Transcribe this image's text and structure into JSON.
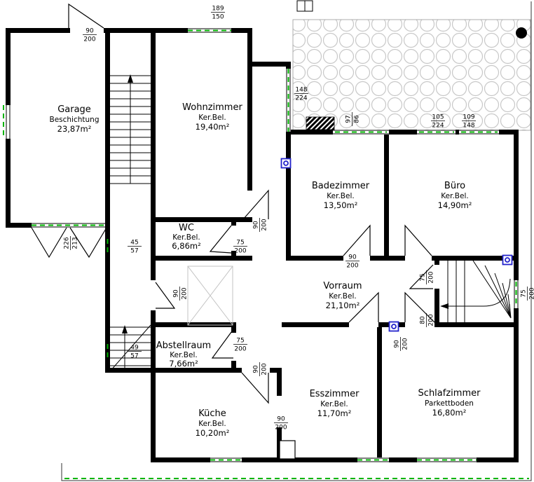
{
  "title": "Grundriss / floor plan",
  "colors": {
    "wall": "#000000",
    "window_marking": "#00b400",
    "electrical_symbol": "#2222cc",
    "paving_circle": "#c8c8c8",
    "stair_hint_gray": "#c3c3c3"
  },
  "rooms": [
    {
      "name": "Garage",
      "floor": "Beschichtung",
      "area": "23,87m²"
    },
    {
      "name": "Wohnzimmer",
      "floor": "Ker.Bel.",
      "area": "19,40m²"
    },
    {
      "name": "Badezimmer",
      "floor": "Ker.Bel.",
      "area": "13,50m²"
    },
    {
      "name": "Büro",
      "floor": "Ker.Bel.",
      "area": "14,90m²"
    },
    {
      "name": "WC",
      "floor": "Ker.Bel.",
      "area": "6,86m²"
    },
    {
      "name": "Vorraum",
      "floor": "Ker.Bel.",
      "area": "21,10m²"
    },
    {
      "name": "Abstellraum",
      "floor": "Ker.Bel.",
      "area": "7,66m²"
    },
    {
      "name": "Küche",
      "floor": "Ker.Bel.",
      "area": "10,20m²"
    },
    {
      "name": "Esszimmer",
      "floor": "Ker.Bel.",
      "area": "11,70m²"
    },
    {
      "name": "Schlafzimmer",
      "floor": "Parkettboden",
      "area": "16,80m²"
    }
  ],
  "dims": {
    "d1": {
      "w": "90",
      "h": "200"
    },
    "d2": {
      "w": "189",
      "h": "150"
    },
    "d3": {
      "w": "148",
      "h": "224"
    },
    "d4": {
      "w": "97",
      "h": "86"
    },
    "d5": {
      "w": "105",
      "h": "224"
    },
    "d6": {
      "w": "109",
      "h": "148"
    },
    "d7": {
      "w": "226",
      "h": "213"
    },
    "d8": {
      "w": "45",
      "h": "57"
    },
    "d9": {
      "w": "75",
      "h": "200"
    },
    "d10": {
      "w": "90",
      "h": "200"
    },
    "d11": {
      "w": "90",
      "h": "200"
    },
    "d12": {
      "w": "49",
      "h": "57"
    },
    "d13": {
      "w": "75",
      "h": "200"
    },
    "d14": {
      "w": "90",
      "h": "200"
    },
    "d15": {
      "w": "90",
      "h": "200"
    },
    "d16": {
      "w": "75",
      "h": "200"
    },
    "d17": {
      "w": "80",
      "h": "200"
    },
    "d18": {
      "w": "75",
      "h": "200"
    },
    "d19": {
      "w": "90",
      "h": "200"
    },
    "d20": {
      "w": "90",
      "h": "200"
    }
  }
}
